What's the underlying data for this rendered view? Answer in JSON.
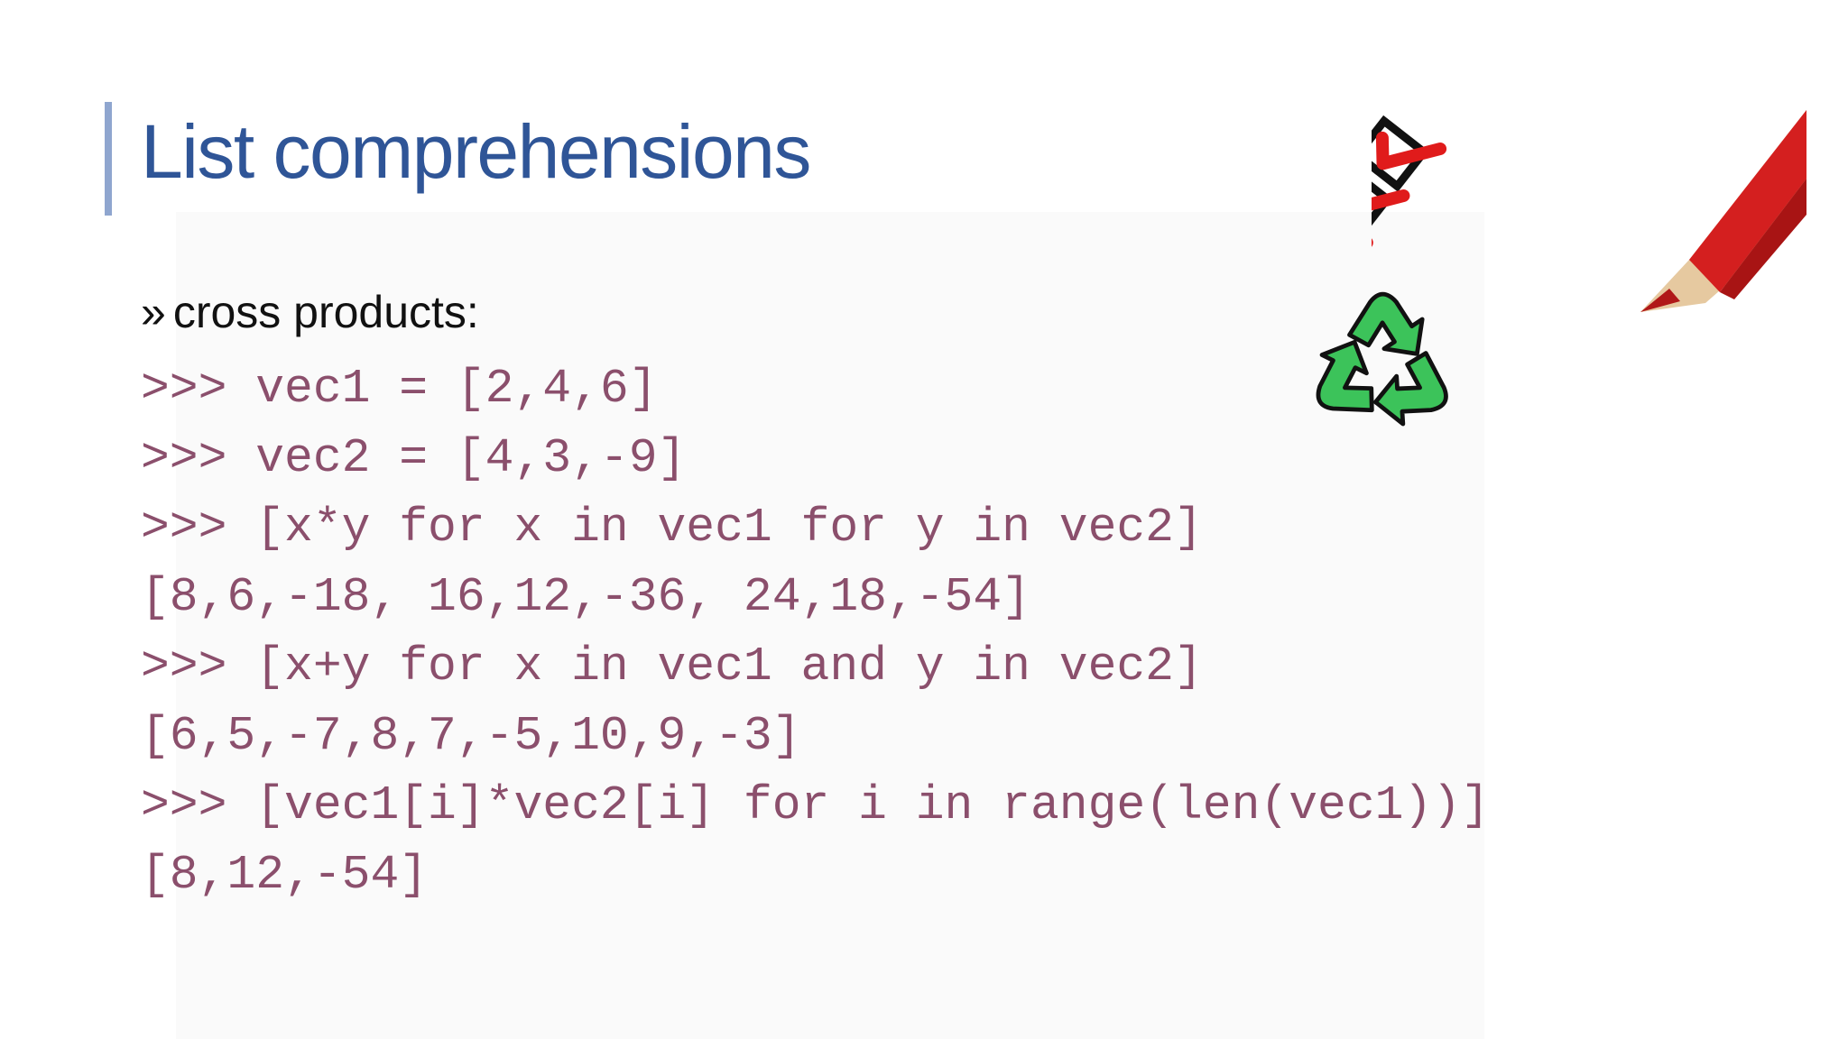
{
  "slide": {
    "title": "List comprehensions",
    "bullet": {
      "marker": "»",
      "text": "cross products:"
    },
    "code_lines": [
      ">>> vec1 = [2,4,6]",
      ">>> vec2 = [4,3,-9]",
      ">>> [x*y for x in vec1 for y in vec2]",
      "[8,6,-18, 16,12,-36, 24,18,-54]",
      ">>> [x+y for x in vec1 and y in vec2]",
      "[6,5,-7,8,7,-5,10,9,-3]",
      ">>> [vec1[i]*vec2[i] for i in range(len(vec1))]",
      "[8,12,-54]"
    ]
  },
  "colors": {
    "title": "#2f5597",
    "accent_bar": "#8fa6cf",
    "code": "#8b4f6c",
    "recycle_green": "#3cc35a",
    "check_red": "#e01b1b",
    "pencil_red": "#d41f1f"
  },
  "icons": {
    "recycle": "recycle-icon",
    "checklist": "checklist-with-pencil-icon"
  }
}
